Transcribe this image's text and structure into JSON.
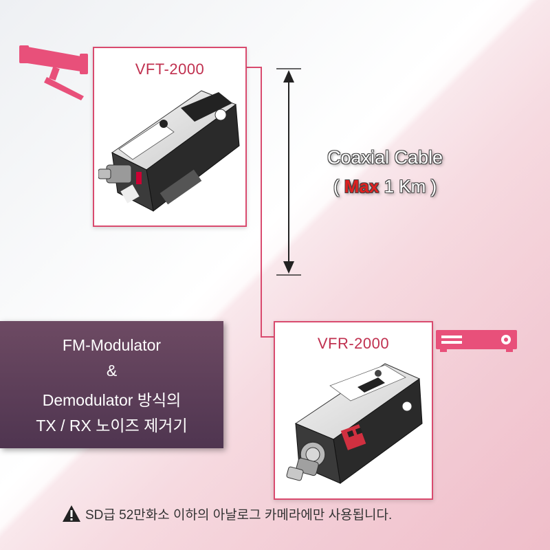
{
  "transmitter": {
    "title": "VFT-2000",
    "icon": "cctv-camera-icon"
  },
  "receiver": {
    "title": "VFR-2000",
    "icon": "dvr-recorder-icon"
  },
  "cable": {
    "label": "Coaxial Cable",
    "open_paren": "(",
    "max_label": "Max",
    "distance": "1 Km",
    "close_paren": ")"
  },
  "method": {
    "line1": "FM-Modulator",
    "line2": "&",
    "line3": "Demodulator 방식의",
    "line4": "TX / RX 노이즈 제거기"
  },
  "notice": {
    "text": "SD급 52만화소 이하의 아날로그 카메라에만 사용됩니다.",
    "icon": "warning-icon"
  },
  "colors": {
    "accent": "#d94a6e",
    "max_red": "#e02020",
    "panel": "#5a3d58"
  }
}
